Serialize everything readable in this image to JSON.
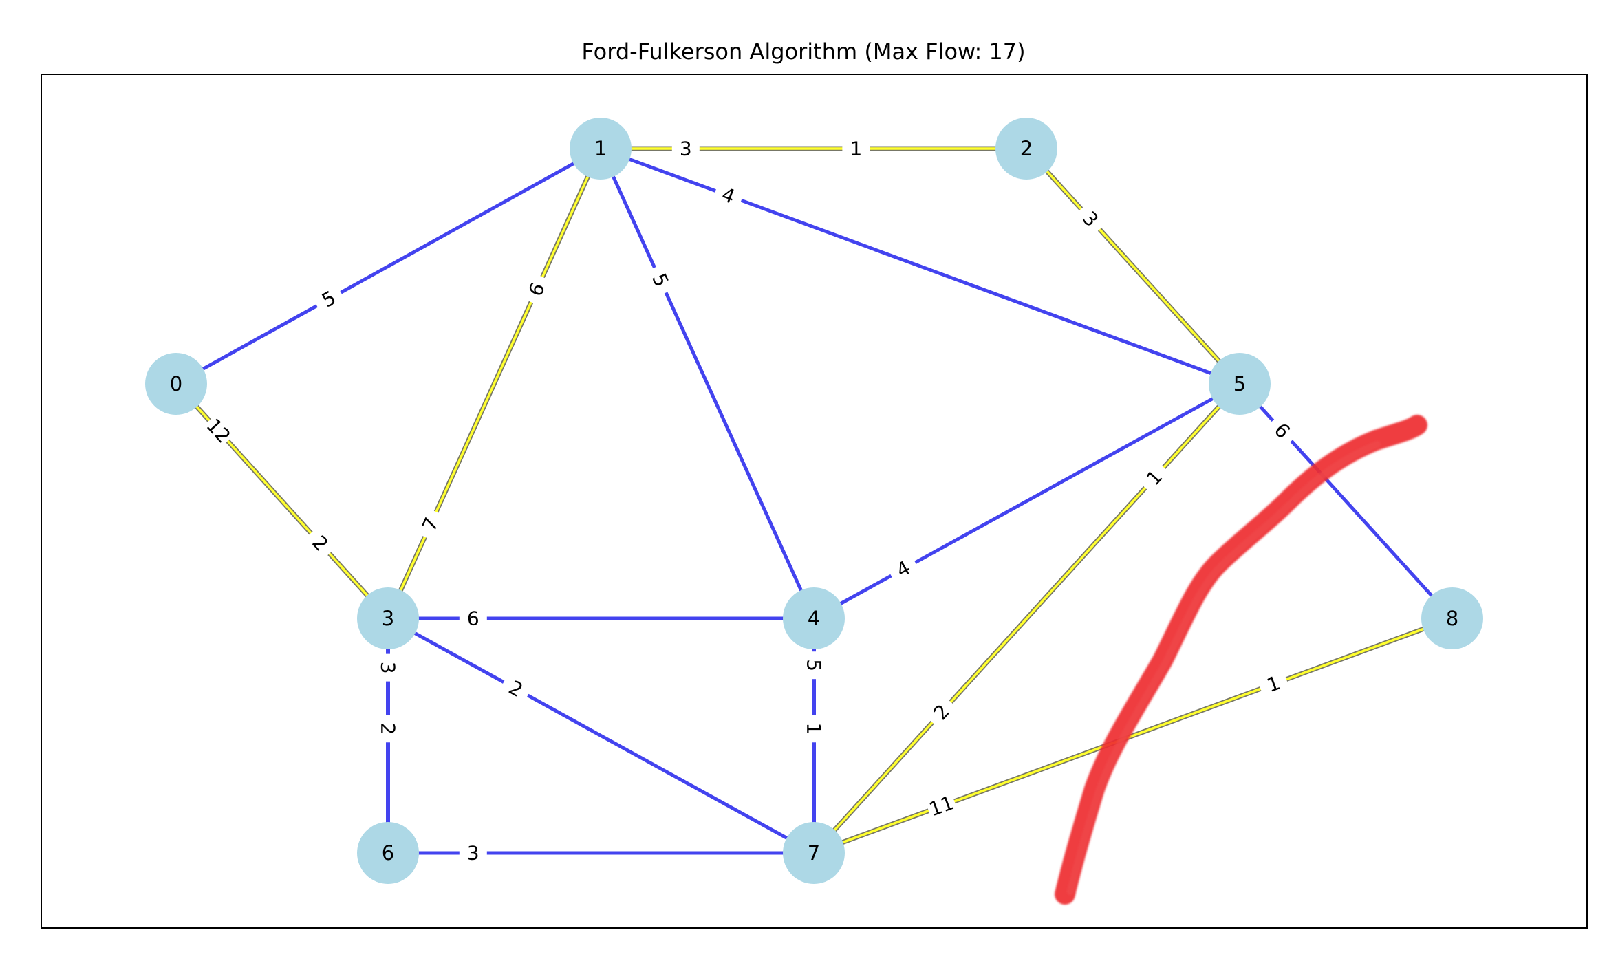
{
  "title": "Ford-Fulkerson Algorithm (Max Flow: 17)",
  "colors": {
    "node_fill": "#add8e6",
    "flow_edge": "#4343ef",
    "highlight_edge": "#ffff2e",
    "highlight_outline": "#777766",
    "strike": "#ee2b2f",
    "frame": "#000000"
  },
  "nodes": [
    {
      "id": "0",
      "label": "0"
    },
    {
      "id": "1",
      "label": "1"
    },
    {
      "id": "2",
      "label": "2"
    },
    {
      "id": "3",
      "label": "3"
    },
    {
      "id": "4",
      "label": "4"
    },
    {
      "id": "5",
      "label": "5"
    },
    {
      "id": "6",
      "label": "6"
    },
    {
      "id": "7",
      "label": "7"
    },
    {
      "id": "8",
      "label": "8"
    }
  ],
  "edges": [
    {
      "source": "0",
      "target": "1",
      "style": "flow",
      "labels": [
        "5"
      ]
    },
    {
      "source": "0",
      "target": "3",
      "style": "highlight",
      "labels": [
        "12",
        "2"
      ]
    },
    {
      "source": "1",
      "target": "2",
      "style": "highlight",
      "labels": [
        "3",
        "1"
      ]
    },
    {
      "source": "1",
      "target": "3",
      "style": "highlight",
      "labels": [
        "6",
        "7"
      ]
    },
    {
      "source": "1",
      "target": "4",
      "style": "flow",
      "labels": [
        "5"
      ]
    },
    {
      "source": "1",
      "target": "5",
      "style": "flow",
      "labels": [
        "4"
      ]
    },
    {
      "source": "2",
      "target": "5",
      "style": "highlight",
      "labels": [
        "3"
      ]
    },
    {
      "source": "3",
      "target": "4",
      "style": "flow",
      "labels": [
        "6"
      ]
    },
    {
      "source": "3",
      "target": "6",
      "style": "flow",
      "labels": [
        "3",
        "2"
      ]
    },
    {
      "source": "3",
      "target": "7",
      "style": "flow",
      "labels": [
        "2"
      ]
    },
    {
      "source": "4",
      "target": "5",
      "style": "flow",
      "labels": [
        "4"
      ]
    },
    {
      "source": "4",
      "target": "7",
      "style": "flow",
      "labels": [
        "5",
        "1"
      ]
    },
    {
      "source": "5",
      "target": "7",
      "style": "highlight",
      "labels": [
        "1",
        "2"
      ]
    },
    {
      "source": "5",
      "target": "8",
      "style": "flow",
      "labels": [
        "6"
      ]
    },
    {
      "source": "6",
      "target": "7",
      "style": "flow",
      "labels": [
        "3"
      ]
    },
    {
      "source": "7",
      "target": "8",
      "style": "highlight",
      "labels": [
        "11",
        "1"
      ]
    }
  ]
}
